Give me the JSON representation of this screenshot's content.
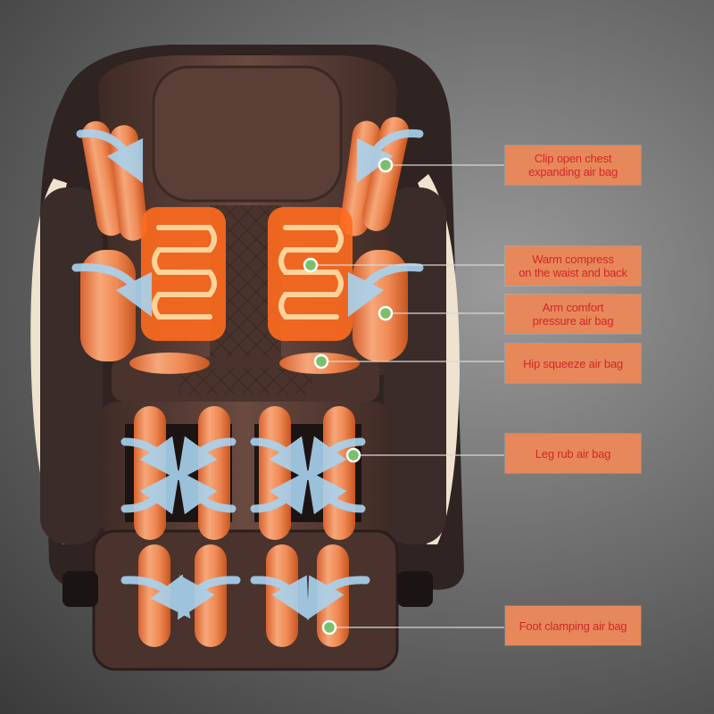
{
  "colors": {
    "label_bg": "#e7885a",
    "label_text": "#d2262b",
    "airbag": "#e9733f",
    "heater": "#ff5a12",
    "arrow": "#a9d3ef",
    "marker": "#7cbf6a",
    "leather": "#5a3e37"
  },
  "labels": [
    {
      "id": "chest",
      "text": "Clip open chest\nexpanding air bag"
    },
    {
      "id": "warm",
      "text": "Warm compress\non the waist and back"
    },
    {
      "id": "arm",
      "text": "Arm comfort\npressure air bag"
    },
    {
      "id": "hip",
      "text": "Hip squeeze air bag"
    },
    {
      "id": "leg",
      "text": "Leg rub air bag"
    },
    {
      "id": "foot",
      "text": "Foot clamping air bag"
    }
  ]
}
